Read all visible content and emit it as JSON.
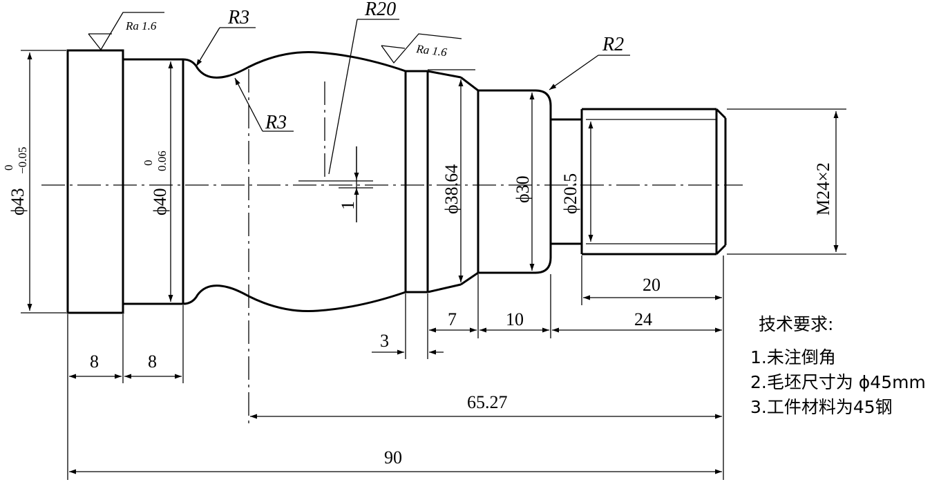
{
  "drawing": {
    "diameters": {
      "d43": "ϕ43",
      "d43_tol_upper": "0",
      "d43_tol_lower": "−0.05",
      "d40": "ϕ40",
      "d40_tol_upper": "0",
      "d40_tol_lower": "0.06",
      "d38_64": "ϕ38.64",
      "d30": "ϕ30",
      "d20_5": "ϕ20.5",
      "thread": "M24×2"
    },
    "radii": {
      "r3_top": "R3",
      "r3_lower": "R3",
      "r20": "R20",
      "r2": "R2"
    },
    "roughness": {
      "left": "Ra 1.6",
      "right": "Ra 1.6"
    },
    "lengths": {
      "l8a": "8",
      "l8b": "8",
      "l3": "3",
      "l7": "7",
      "l10": "10",
      "l24": "24",
      "l20": "20",
      "l1": "1",
      "l65_27": "65.27",
      "l90": "90"
    }
  },
  "requirements": {
    "title": "技术要求:",
    "items": [
      "1.未注倒角",
      "2.毛坯尺寸为 ϕ45mm",
      "3.工件材料为45钢"
    ]
  }
}
